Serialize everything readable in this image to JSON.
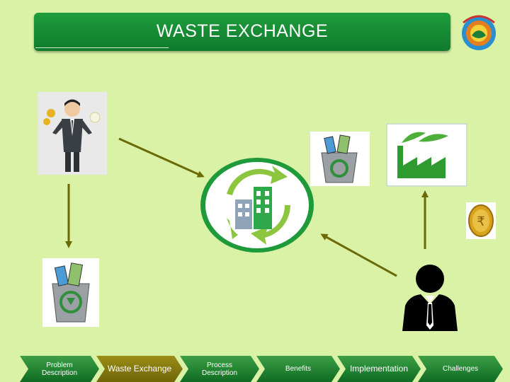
{
  "header": {
    "title": "WASTE EXCHANGE"
  },
  "logo": {
    "icon": "government-emblem-icon"
  },
  "diagram": {
    "nodes": [
      "businessman-with-coins",
      "waste-bin-left",
      "waste-bin-top",
      "factory-icon",
      "rupee-coin-icon",
      "recycle-buildings-hub",
      "manager-silhouette"
    ],
    "colors": {
      "arrow": "#6b6a06",
      "tab": "#1e8a33",
      "tab_active": "#857a0e",
      "background": "#d9f2a6"
    }
  },
  "tabs": [
    {
      "label": "Problem Description",
      "active": false
    },
    {
      "label": "Waste Exchange",
      "active": true
    },
    {
      "label": "Process Description",
      "active": false
    },
    {
      "label": "Benefits",
      "active": false
    },
    {
      "label": "Implementation",
      "active": false
    },
    {
      "label": "Challenges",
      "active": false
    }
  ]
}
